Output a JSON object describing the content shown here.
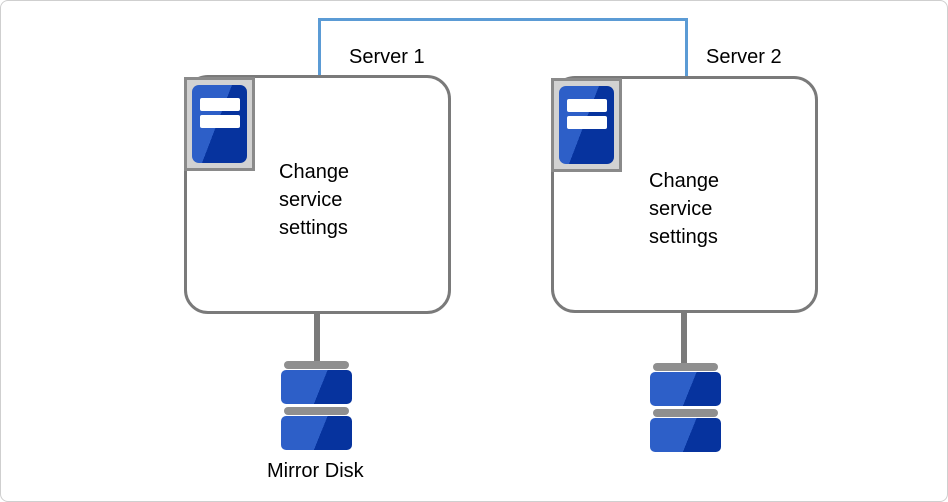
{
  "diagram": {
    "servers": [
      {
        "label": "Server 1",
        "box_lines": [
          "Change",
          "service",
          "settings"
        ]
      },
      {
        "label": "Server 2",
        "box_lines": [
          "Change",
          "service",
          "settings"
        ]
      }
    ],
    "mirror_disk_label": "Mirror Disk"
  },
  "icons": {
    "server-icon": "blue tower server with two white drive slots",
    "mirror-disk-icon": "stack of two blue disk platters with gray caps",
    "network-link-icon": "blue elbow connector joining the two servers"
  },
  "colors": {
    "connector_blue": "#5b9bd5",
    "line_gray": "#7a7a7a",
    "cap_gray": "#8f8f8f",
    "icon_square_bg": "#d2d2d2",
    "icon_square_border": "#8a8a8a",
    "disk_blue_light": "#2d5fc8",
    "disk_blue_dark": "#06339e",
    "frame_border": "#cfcfcf",
    "text_color": "#000000"
  }
}
